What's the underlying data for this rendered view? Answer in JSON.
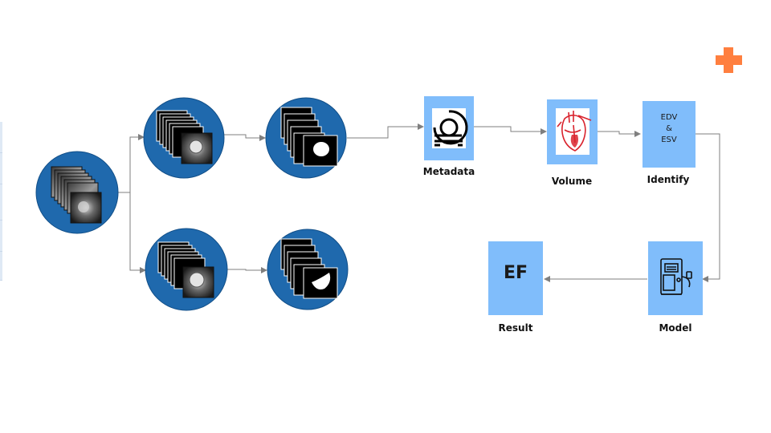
{
  "steps": {
    "metadata": "Metadata",
    "volume": "Volume",
    "identify": "Identify",
    "model": "Model",
    "result": "Result"
  },
  "identify_box": {
    "line1": "EDV",
    "line2": "&",
    "line3": "ESV"
  },
  "result_box": {
    "text": "EF"
  },
  "colors": {
    "circle": "#1f69ad",
    "circle_border": "#124f88",
    "box": "#80bdfb",
    "arrow": "#7f7f7f",
    "accent_plus": "#ff7f3f",
    "heart": "#d9232d"
  },
  "icons": {
    "logo": "plus-icon",
    "metadata": "mri-scanner-icon",
    "volume": "heart-icon",
    "model": "machine-icon"
  }
}
